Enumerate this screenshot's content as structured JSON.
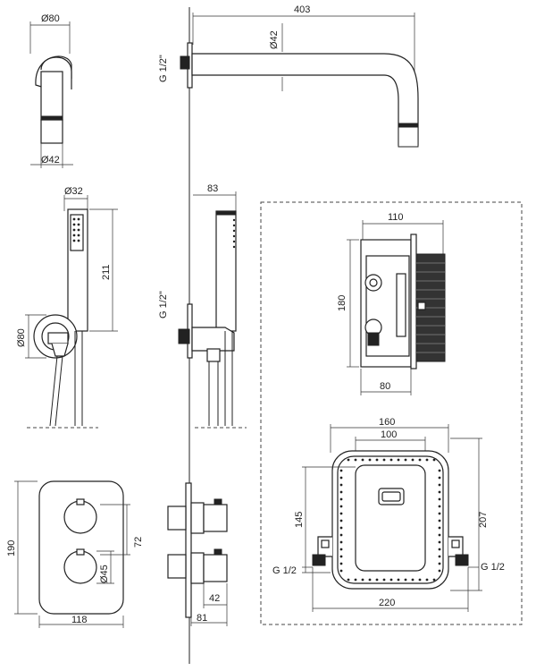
{
  "labels": {
    "wall_flange_d": "Ø80",
    "spout_base_d": "Ø42",
    "spout_len": "403",
    "spout_pipe_d": "Ø42",
    "spout_thread": "G 1/2\"",
    "hand_d": "Ø32",
    "hand_len": "211",
    "holder_d": "Ø80",
    "hand_proj": "83",
    "hand_thread": "G 1/2\"",
    "box_w": "110",
    "box_h": "180",
    "box_depth": "80",
    "frame_outer_w": "160",
    "frame_inner_w": "100",
    "frame_inner_h": "145",
    "frame_total_h": "207",
    "frame_total_w": "220",
    "frame_thread_l": "G 1/2",
    "frame_thread_r": "G 1/2",
    "plate_h": "190",
    "knob_spacing": "72",
    "knob_d": "Ø45",
    "plate_w": "118",
    "mixer_proj": "42",
    "mixer_total": "81"
  }
}
